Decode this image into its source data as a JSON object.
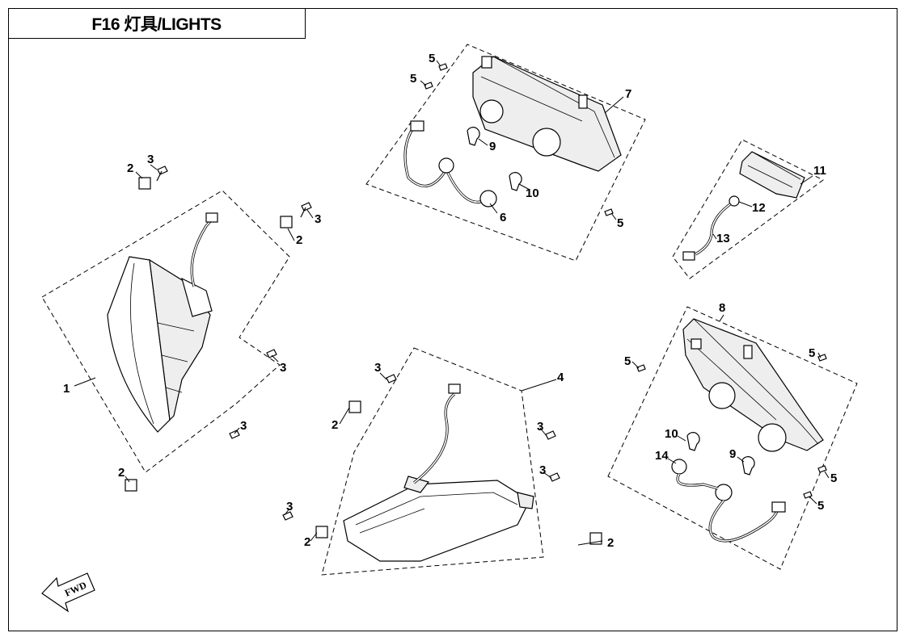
{
  "title": "F16 灯具/LIGHTS",
  "fwd_label": "FWD",
  "callouts": {
    "headlight_left": {
      "c1": "1",
      "c2a": "2",
      "c3a": "3",
      "c2b": "2",
      "c3b": "3",
      "c3c": "3",
      "c3d": "3",
      "c2c": "2"
    },
    "headlight_right": {
      "c4": "4",
      "c3a": "3",
      "c2a": "2",
      "c3b": "3",
      "c3c": "3",
      "c3d": "3",
      "c2b": "2",
      "c2c": "2"
    },
    "tail_top": {
      "c7": "7",
      "c5a": "5",
      "c5b": "5",
      "c9": "9",
      "c10": "10",
      "c6": "6",
      "c5c": "5"
    },
    "license": {
      "c11": "11",
      "c12": "12",
      "c13": "13"
    },
    "tail_bottom": {
      "c8": "8",
      "c5a": "5",
      "c5b": "5",
      "c10": "10",
      "c14": "14",
      "c9": "9",
      "c5c": "5",
      "c5d": "5"
    }
  }
}
